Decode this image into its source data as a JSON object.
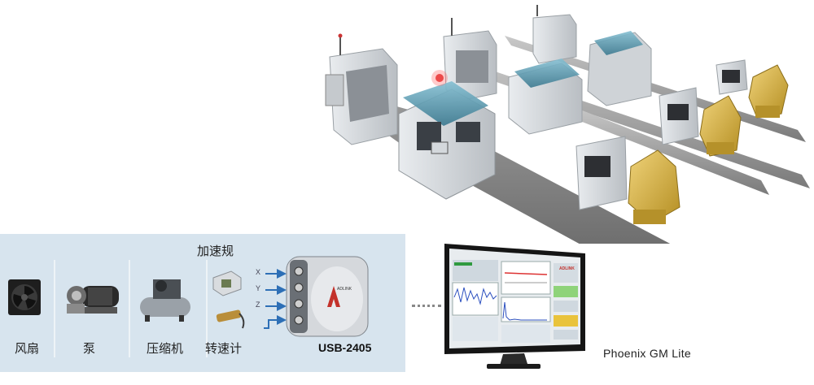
{
  "accelerometer_label": "加速规",
  "device_labels": {
    "fan": "风扇",
    "pump": "泵",
    "compressor": "压缩机",
    "tachometer": "转速计"
  },
  "daq_product": "USB-2405",
  "daq_brand": "ADLINK",
  "axis_labels": [
    "X",
    "Y",
    "Z"
  ],
  "software_caption": "Phoenix GM Lite",
  "screen_brand": "ADLINK",
  "colors": {
    "panel_bg": "#d7e4ee",
    "arrow_blue": "#2d6fb6",
    "robot_gold": "#d9b640",
    "machine_glass": "#5d98ad"
  }
}
